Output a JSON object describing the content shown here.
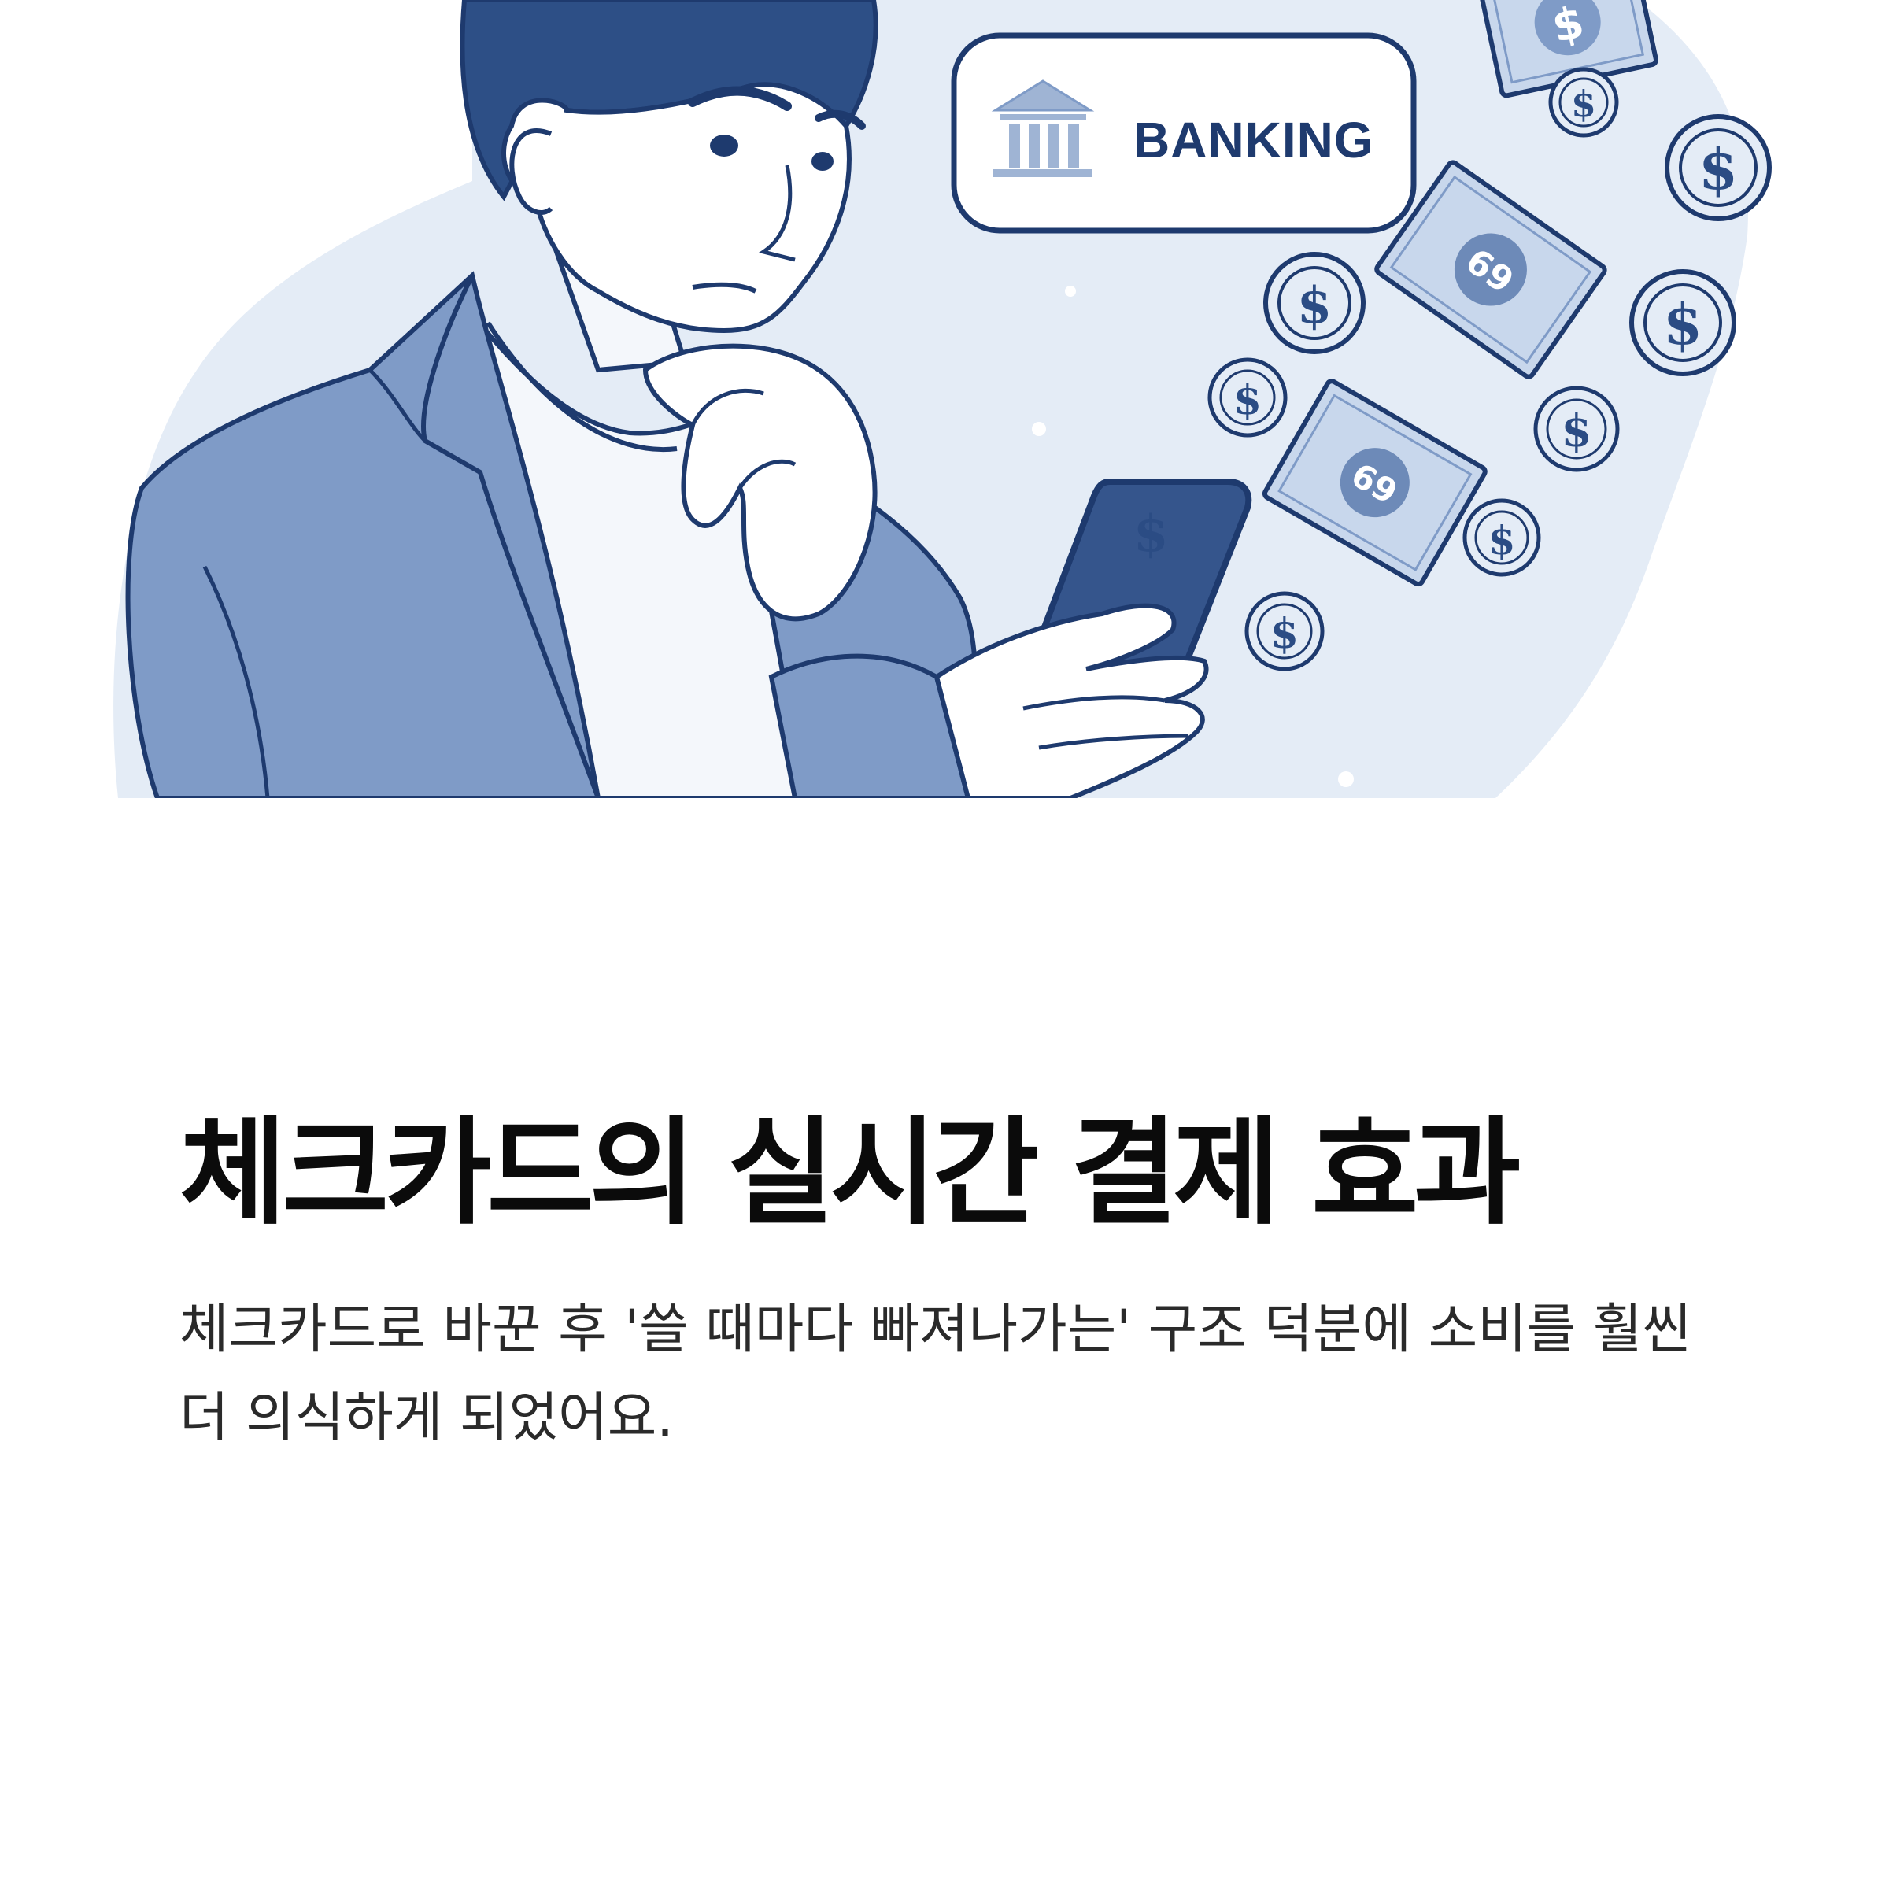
{
  "illustration": {
    "banking_sign": {
      "label": "BANKING",
      "icon": "bank-building-icon"
    },
    "phone_symbol": "$",
    "coin_symbol": "$",
    "bill_symbol": "69",
    "colors": {
      "ink": "#1e3a6e",
      "jacket": "#7f9bc7",
      "background_blob": "#e4ecf6",
      "bill": "#c8d7ec"
    }
  },
  "article": {
    "title": "체크카드의 실시간 결제 효과",
    "body": "체크카드로 바꾼 후 '쓸 때마다 빠져나가는' 구조 덕분에 소비를 훨씬 더 의식하게 되었어요."
  }
}
